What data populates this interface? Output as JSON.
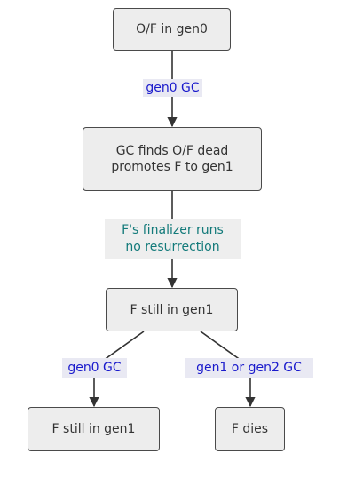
{
  "nodes": {
    "n1": {
      "text": "O/F in gen0"
    },
    "n2": {
      "line1": "GC finds O/F dead",
      "line2": "promotes F to gen1"
    },
    "n3": {
      "text": "F still in gen1"
    },
    "n4": {
      "text": "F still in gen1"
    },
    "n5": {
      "text": "F dies"
    }
  },
  "edges": {
    "e1": {
      "label": "gen0 GC"
    },
    "e2": {
      "line1": "F's finalizer runs",
      "line2": "no resurrection"
    },
    "e3": {
      "label": "gen0 GC"
    },
    "e4": {
      "label": "gen1 or gen2 GC"
    }
  },
  "colors": {
    "node_fill": "#ededed",
    "node_border": "#4a4a4a",
    "edge_line": "#333333",
    "label_blue": "#1a1acc",
    "label_teal": "#137a7a"
  }
}
